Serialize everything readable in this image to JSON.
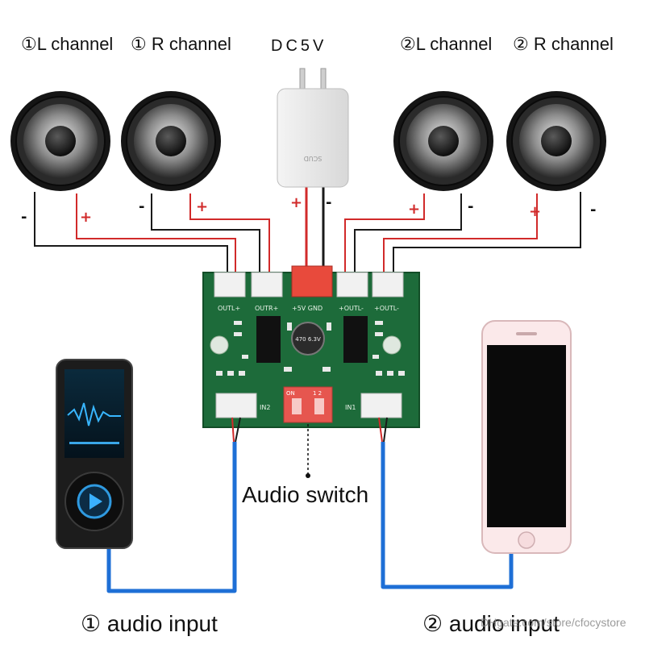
{
  "labels": {
    "ch1_left": "①L channel",
    "ch1_right": "① R channel",
    "power": "DC5V",
    "ch2_left": "②L channel",
    "ch2_right": "② R channel",
    "audio_switch": "Audio switch",
    "input1": "①  audio input",
    "input2": "②  audio input",
    "watermark": "DHgate.com/store/cfocystore"
  },
  "polarity": {
    "plus": "+",
    "minus": "-"
  },
  "pcb": {
    "conn_outl_1": "OUTL+",
    "conn_outr_1": "OUTR+",
    "conn_power": "+5V GND",
    "conn_outl_2": "+OUTL-",
    "conn_outr_2": "+OUTL-",
    "cap_text": "470 6.3V",
    "in1": "IN1",
    "in2": "IN2",
    "switch_on": "ON",
    "switch_nums": "1 2"
  },
  "adapter_brand": "SCUD",
  "colors": {
    "pcb_green": "#1d6b3a",
    "speaker_wire": "#d12a2a",
    "ground_wire": "#1a1a1a",
    "audio_cable": "#1e6fd6",
    "dip_switch": "#e6564f",
    "power_connector": "#e84a3c"
  },
  "icons": [
    "speaker-icon",
    "power-adapter-icon",
    "mp3-player-icon",
    "smartphone-icon",
    "pcb-board-icon"
  ]
}
